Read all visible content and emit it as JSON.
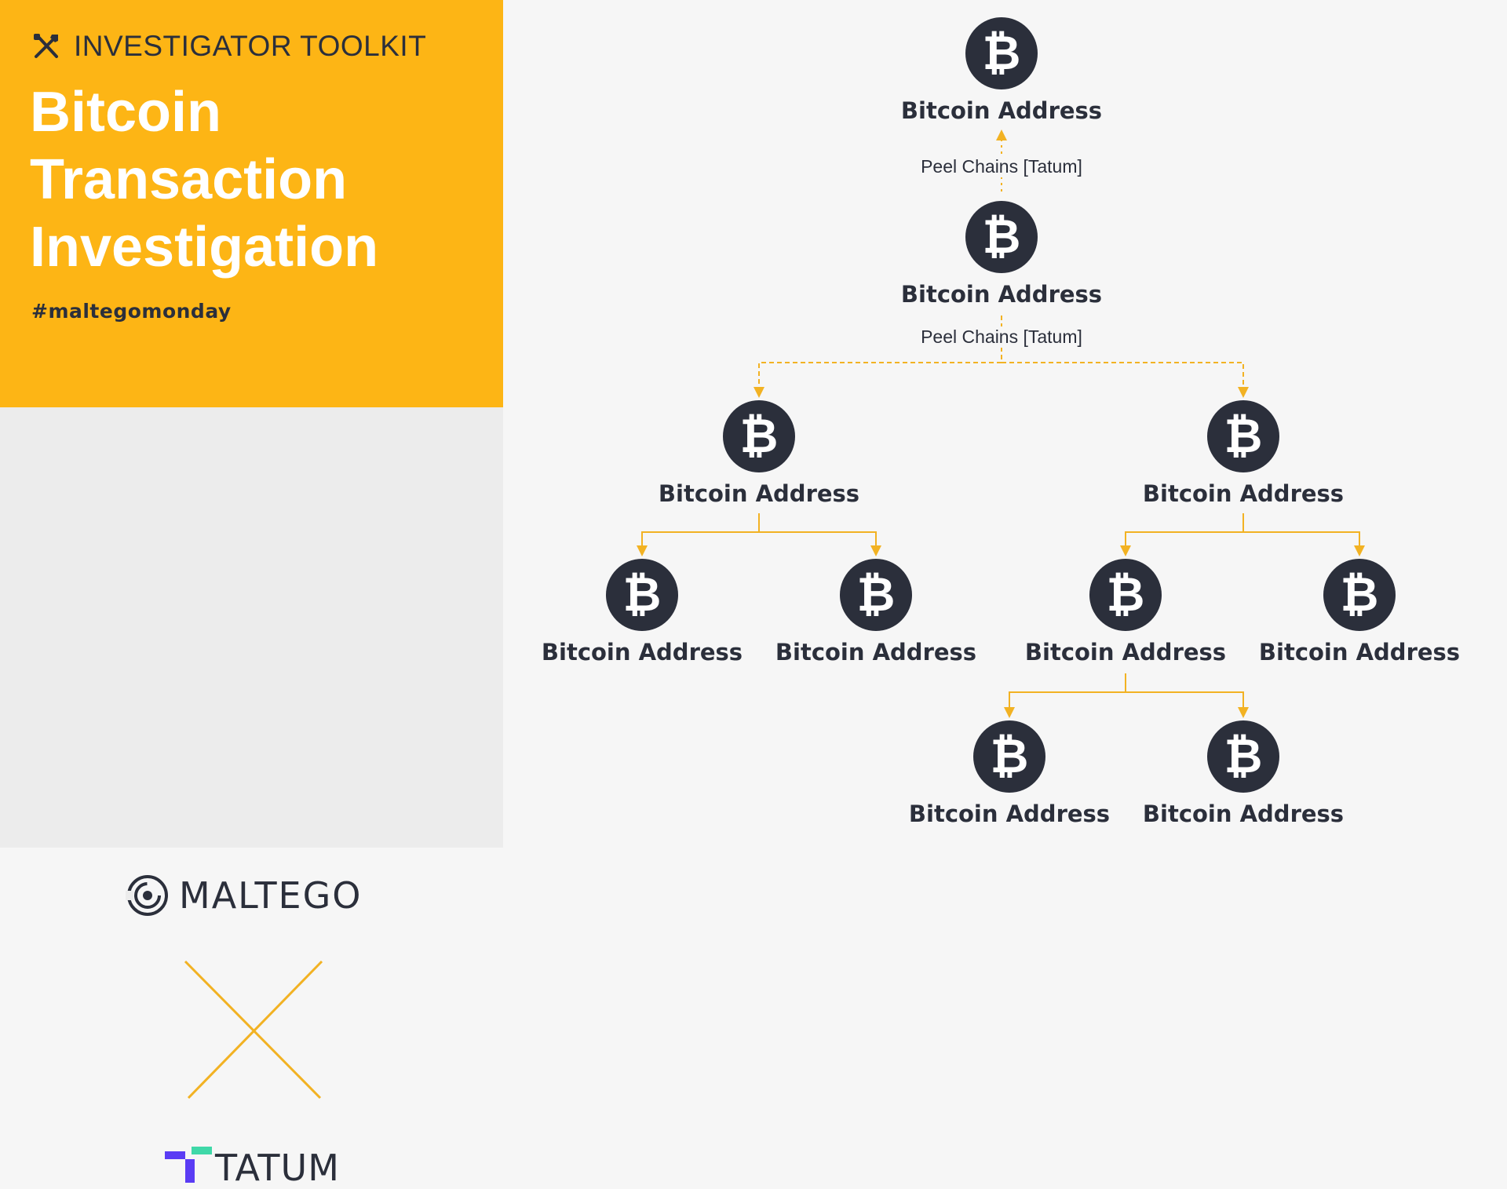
{
  "header": {
    "kicker": "INVESTIGATOR TOOLKIT",
    "kicker_icon": "tools-icon",
    "title_lines": [
      "Bitcoin",
      "Transaction",
      "Investigation"
    ],
    "hashtag": "#maltegomonday"
  },
  "partners": {
    "maltego": "MALTEGO",
    "tatum": "TATUM"
  },
  "colors": {
    "accent": "#fdb515",
    "dark": "#2b2f3b",
    "edge": "#f2b223",
    "tatum_purple": "#5a3cf4",
    "tatum_teal": "#3fd8a8"
  },
  "diagram": {
    "nodes": [
      {
        "id": "n1",
        "label": "Bitcoin Address",
        "icon": "bitcoin-icon"
      },
      {
        "id": "n2",
        "label": "Bitcoin Address",
        "icon": "bitcoin-icon"
      },
      {
        "id": "n3",
        "label": "Bitcoin Address",
        "icon": "bitcoin-icon"
      },
      {
        "id": "n4",
        "label": "Bitcoin Address",
        "icon": "bitcoin-icon"
      },
      {
        "id": "n5",
        "label": "Bitcoin Address",
        "icon": "bitcoin-icon"
      },
      {
        "id": "n6",
        "label": "Bitcoin Address",
        "icon": "bitcoin-icon"
      },
      {
        "id": "n7",
        "label": "Bitcoin Address",
        "icon": "bitcoin-icon"
      },
      {
        "id": "n8",
        "label": "Bitcoin Address",
        "icon": "bitcoin-icon"
      },
      {
        "id": "n9",
        "label": "Bitcoin Address",
        "icon": "bitcoin-icon"
      },
      {
        "id": "n10",
        "label": "Bitcoin Address",
        "icon": "bitcoin-icon"
      }
    ],
    "edges": [
      {
        "from": "n2",
        "to": "n1",
        "label": "Peel Chains [Tatum]",
        "style": "dotted"
      },
      {
        "from": "n2",
        "to": "n3",
        "label": "Peel Chains [Tatum]",
        "style": "dashed"
      },
      {
        "from": "n2",
        "to": "n4",
        "label": "Peel Chains [Tatum]",
        "style": "dashed"
      },
      {
        "from": "n3",
        "to": "n5",
        "label": "",
        "style": "solid"
      },
      {
        "from": "n3",
        "to": "n6",
        "label": "",
        "style": "solid"
      },
      {
        "from": "n4",
        "to": "n7",
        "label": "",
        "style": "solid"
      },
      {
        "from": "n4",
        "to": "n8",
        "label": "",
        "style": "solid"
      },
      {
        "from": "n7",
        "to": "n9",
        "label": "",
        "style": "solid"
      },
      {
        "from": "n7",
        "to": "n10",
        "label": "",
        "style": "solid"
      }
    ]
  }
}
